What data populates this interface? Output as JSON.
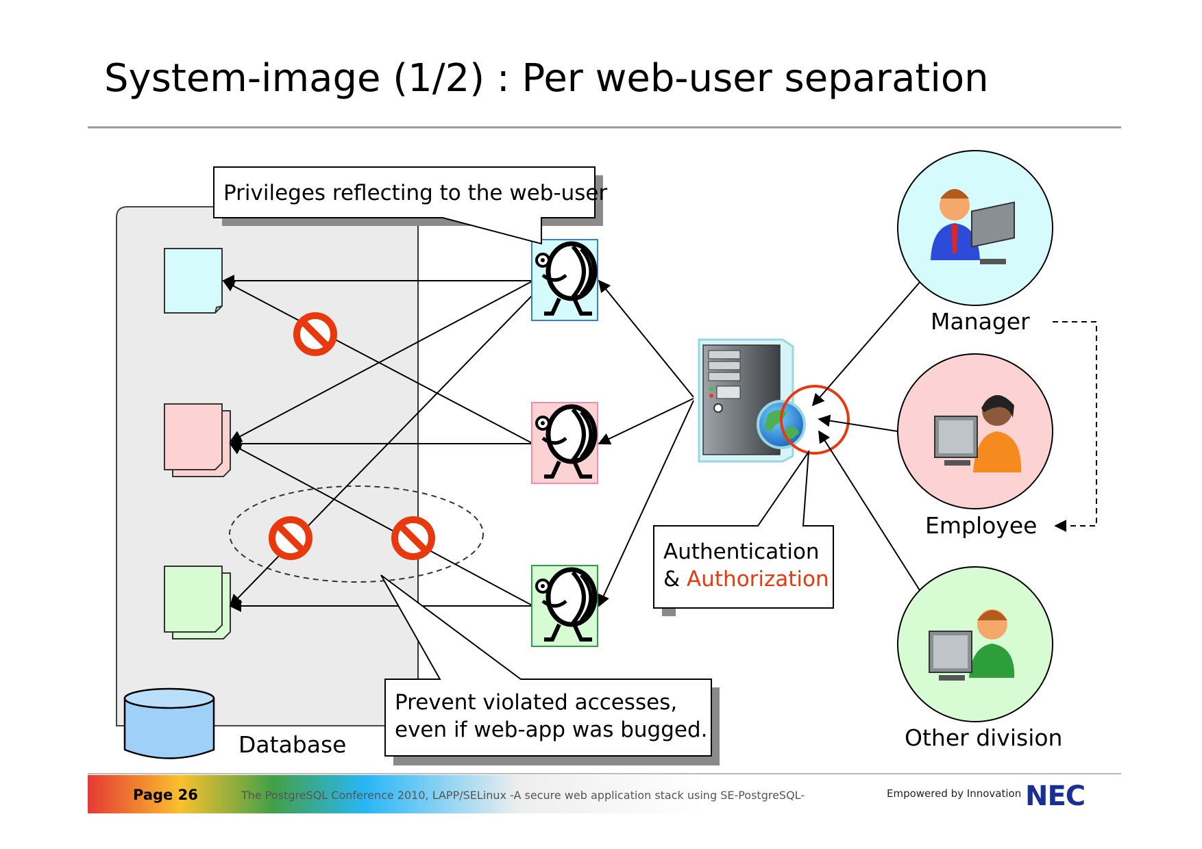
{
  "slide": {
    "title": "System-image (1/2) : Per web-user separation"
  },
  "diagram": {
    "callout_privileges": "Privileges reflecting to the web-user",
    "callout_prevent_line1": "Prevent violated accesses,",
    "callout_prevent_line2": "even if web-app was bugged.",
    "auth_line1": "Authentication",
    "auth_line2_prefix": "& ",
    "auth_line2_highlight": "Authorization",
    "database_label": "Database",
    "users": {
      "manager": "Manager",
      "employee": "Employee",
      "other": "Other division"
    },
    "colors": {
      "manager_bg": "#d5fbfd",
      "employee_bg": "#fdd2d2",
      "other_bg": "#d7fbd2",
      "deny_red": "#e8380d",
      "database_blue": "#9fd0f8"
    }
  },
  "footer": {
    "page_label": "Page 26",
    "conference_text": "The PostgreSQL Conference 2010, LAPP/SELinux -A secure web application stack using SE-PostgreSQL-",
    "tagline": "Empowered by Innovation",
    "logo": "NEC"
  }
}
